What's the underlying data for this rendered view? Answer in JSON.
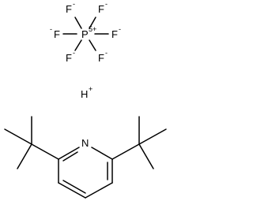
{
  "structure": {
    "anion": {
      "central_atom": "P",
      "central_charge": "5+",
      "ligand_symbol": "F",
      "ligand_charge": "-",
      "ligand_count": 6
    },
    "proton": {
      "symbol": "H",
      "charge": "+"
    },
    "base": {
      "ring_heteroatom": "N"
    }
  },
  "colors": {
    "ink": "#000000",
    "background": "#ffffff"
  }
}
